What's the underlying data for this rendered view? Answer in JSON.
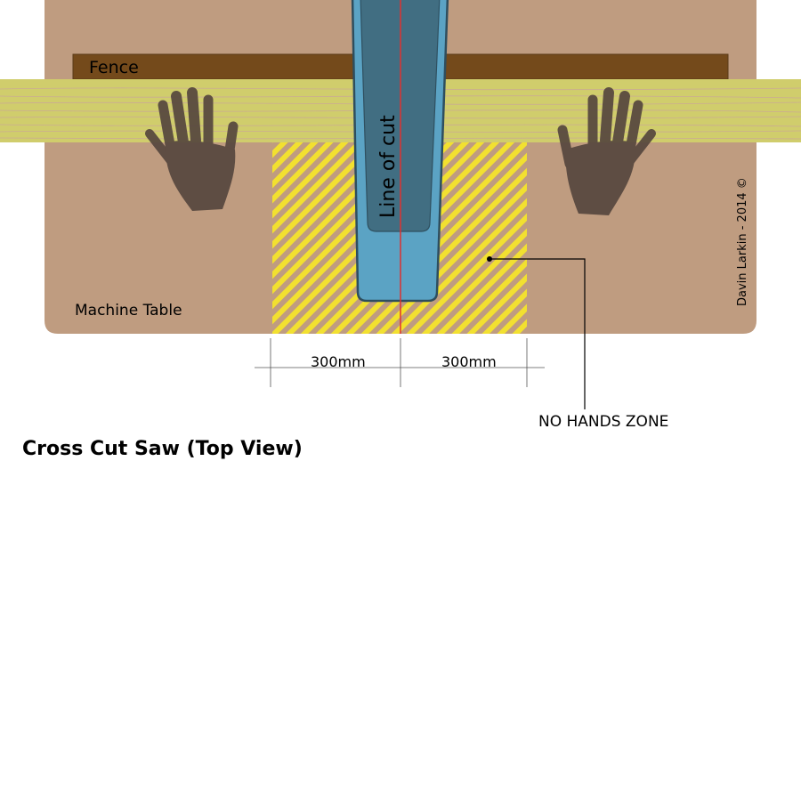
{
  "diagram": {
    "title": "Cross Cut Saw (Top View)",
    "labels": {
      "fence": "Fence",
      "machine_table": "Machine Table",
      "line_of_cut": "Line of cut",
      "no_hands_zone": "NO HANDS ZONE",
      "dimension_left": "300mm",
      "dimension_right": "300mm",
      "copyright": "Davin Larkin  - 2014 ©"
    },
    "icons": [
      "left-hand-icon",
      "right-hand-icon"
    ],
    "colors": {
      "table": "#bf9c80",
      "fence": "#744a1b",
      "timber": "#d0cd6c",
      "timber_grain": "#c9a0a0",
      "saw_blade_guard": "#5ba3c4",
      "saw_blade_inner": "#416e82",
      "cut_line": "#e0312f",
      "hazard_yellow": "#f2e030",
      "hand": "#56473e"
    }
  }
}
